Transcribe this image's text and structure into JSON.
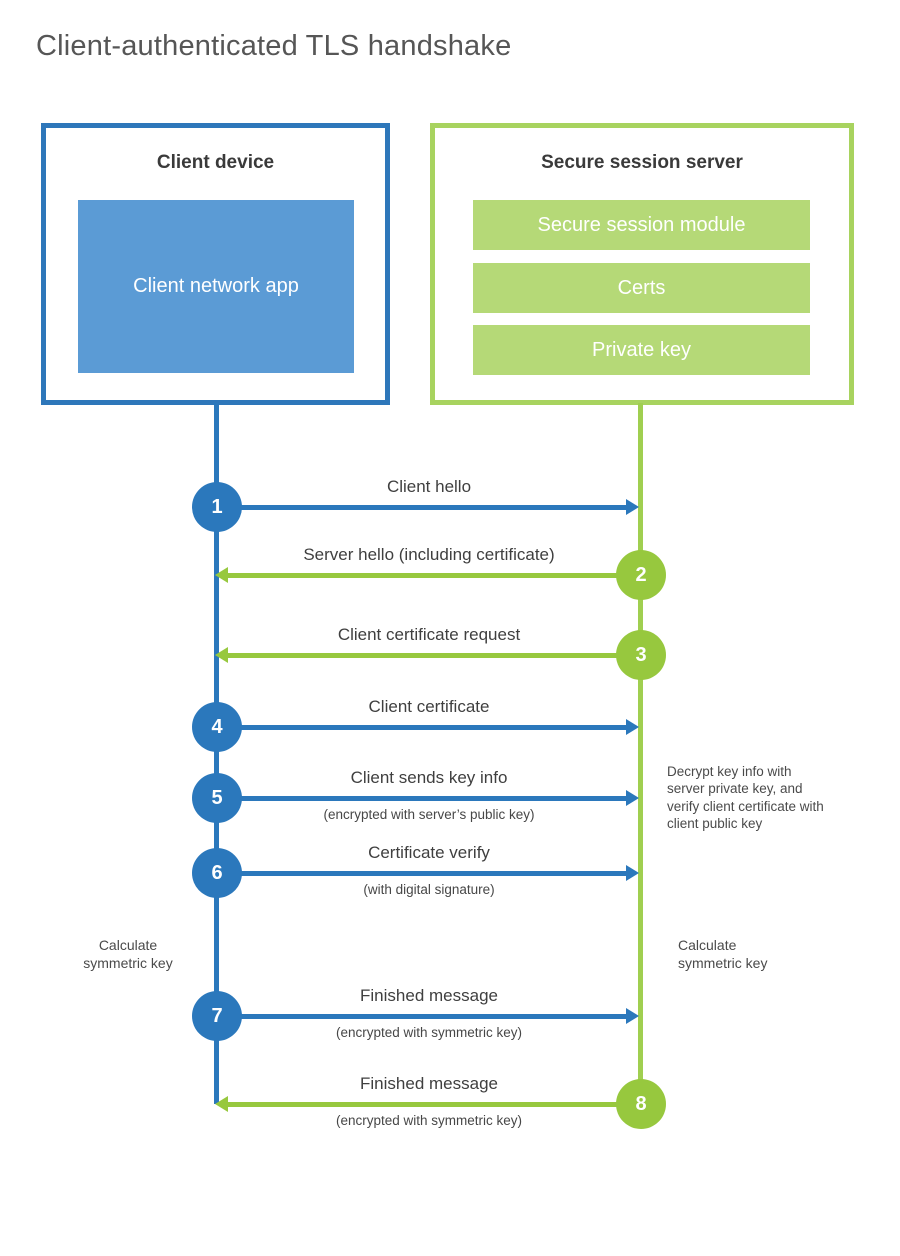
{
  "title": "Client-authenticated TLS handshake",
  "client_box": {
    "title": "Client device",
    "app": "Client network app"
  },
  "server_box": {
    "title": "Secure session server",
    "modules": [
      "Secure session module",
      "Certs",
      "Private key"
    ]
  },
  "steps": [
    {
      "num": "1",
      "direction": "client-to-server",
      "label": "Client hello",
      "sub": ""
    },
    {
      "num": "2",
      "direction": "server-to-client",
      "label": "Server hello (including certificate)",
      "sub": ""
    },
    {
      "num": "3",
      "direction": "server-to-client",
      "label": "Client certificate request",
      "sub": ""
    },
    {
      "num": "4",
      "direction": "client-to-server",
      "label": "Client certificate",
      "sub": ""
    },
    {
      "num": "5",
      "direction": "client-to-server",
      "label": "Client sends key info",
      "sub": "(encrypted with server’s public key)"
    },
    {
      "num": "6",
      "direction": "client-to-server",
      "label": "Certificate verify",
      "sub": "(with digital signature)"
    },
    {
      "num": "7",
      "direction": "client-to-server",
      "label": "Finished message",
      "sub": "(encrypted with symmetric key)"
    },
    {
      "num": "8",
      "direction": "server-to-client",
      "label": "Finished message",
      "sub": "(encrypted with symmetric key)"
    }
  ],
  "annotations": {
    "decrypt_note": "Decrypt key info with server private key, and verify client certificate with client public key",
    "calculate_left": "Calculate symmetric key",
    "calculate_right": "Calculate symmetric key"
  },
  "colors": {
    "blue": "#2b78bc",
    "blue_light": "#5b9bd5",
    "green": "#97c83e",
    "green_lifeline": "#a0cf50",
    "green_border": "#a8d35f",
    "green_light": "#b5d977",
    "text_dark": "#3f3f3f",
    "title_gray": "#565656"
  }
}
